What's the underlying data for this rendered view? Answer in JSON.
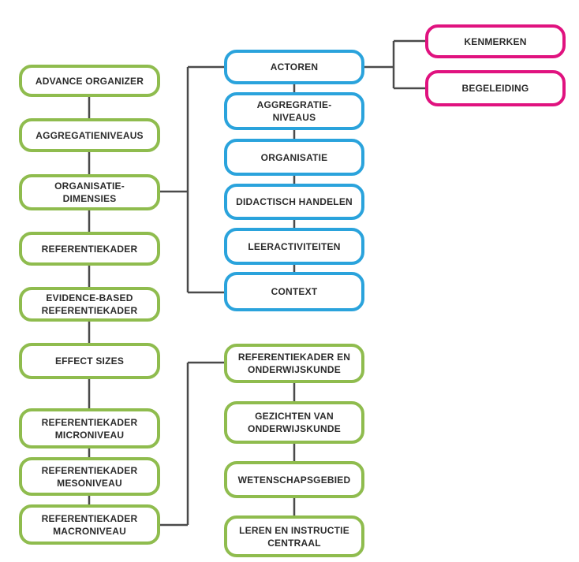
{
  "colors": {
    "green": "#8fbc4e",
    "blue": "#2aa3dc",
    "pink": "#e0127f",
    "connector": "#4a4a4a",
    "text": "#2b2b2b"
  },
  "nodes": {
    "advance_organizer": "ADVANCE ORGANIZER",
    "aggregatieniveaus": "AGGREGATIENIVEAUS",
    "organisatie_dimensies": "ORGANISATIE-\nDIMENSIES",
    "referentiekader": "REFERENTIEKADER",
    "evidence_based": "EVIDENCE-BASED\nREFERENTIEKADER",
    "effect_sizes": "EFFECT SIZES",
    "ref_microniveau": "REFERENTIEKADER\nMICRONIVEAU",
    "ref_mesoniveau": "REFERENTIEKADER\nMESONIVEAU",
    "ref_macroniveau": "REFERENTIEKADER\nMACRONIVEAU",
    "actoren": "ACTOREN",
    "aggregratie_niveaus": "AGGREGRATIE-\nNIVEAUS",
    "organisatie": "ORGANISATIE",
    "didactisch_handelen": "DIDACTISCH HANDELEN",
    "leeractiviteiten": "LEERACTIVITEITEN",
    "context": "CONTEXT",
    "kenmerken": "KENMERKEN",
    "begeleiding": "BEGELEIDING",
    "ref_onderwijskunde": "REFERENTIEKADER EN\nONDERWIJSKUNDE",
    "gezichten": "GEZICHTEN VAN\nONDERWIJSKUNDE",
    "wetenschapsgebied": "WETENSCHAPSGEBIED",
    "leren_instructie": "LEREN EN INSTRUCTIE\nCENTRAAL"
  }
}
